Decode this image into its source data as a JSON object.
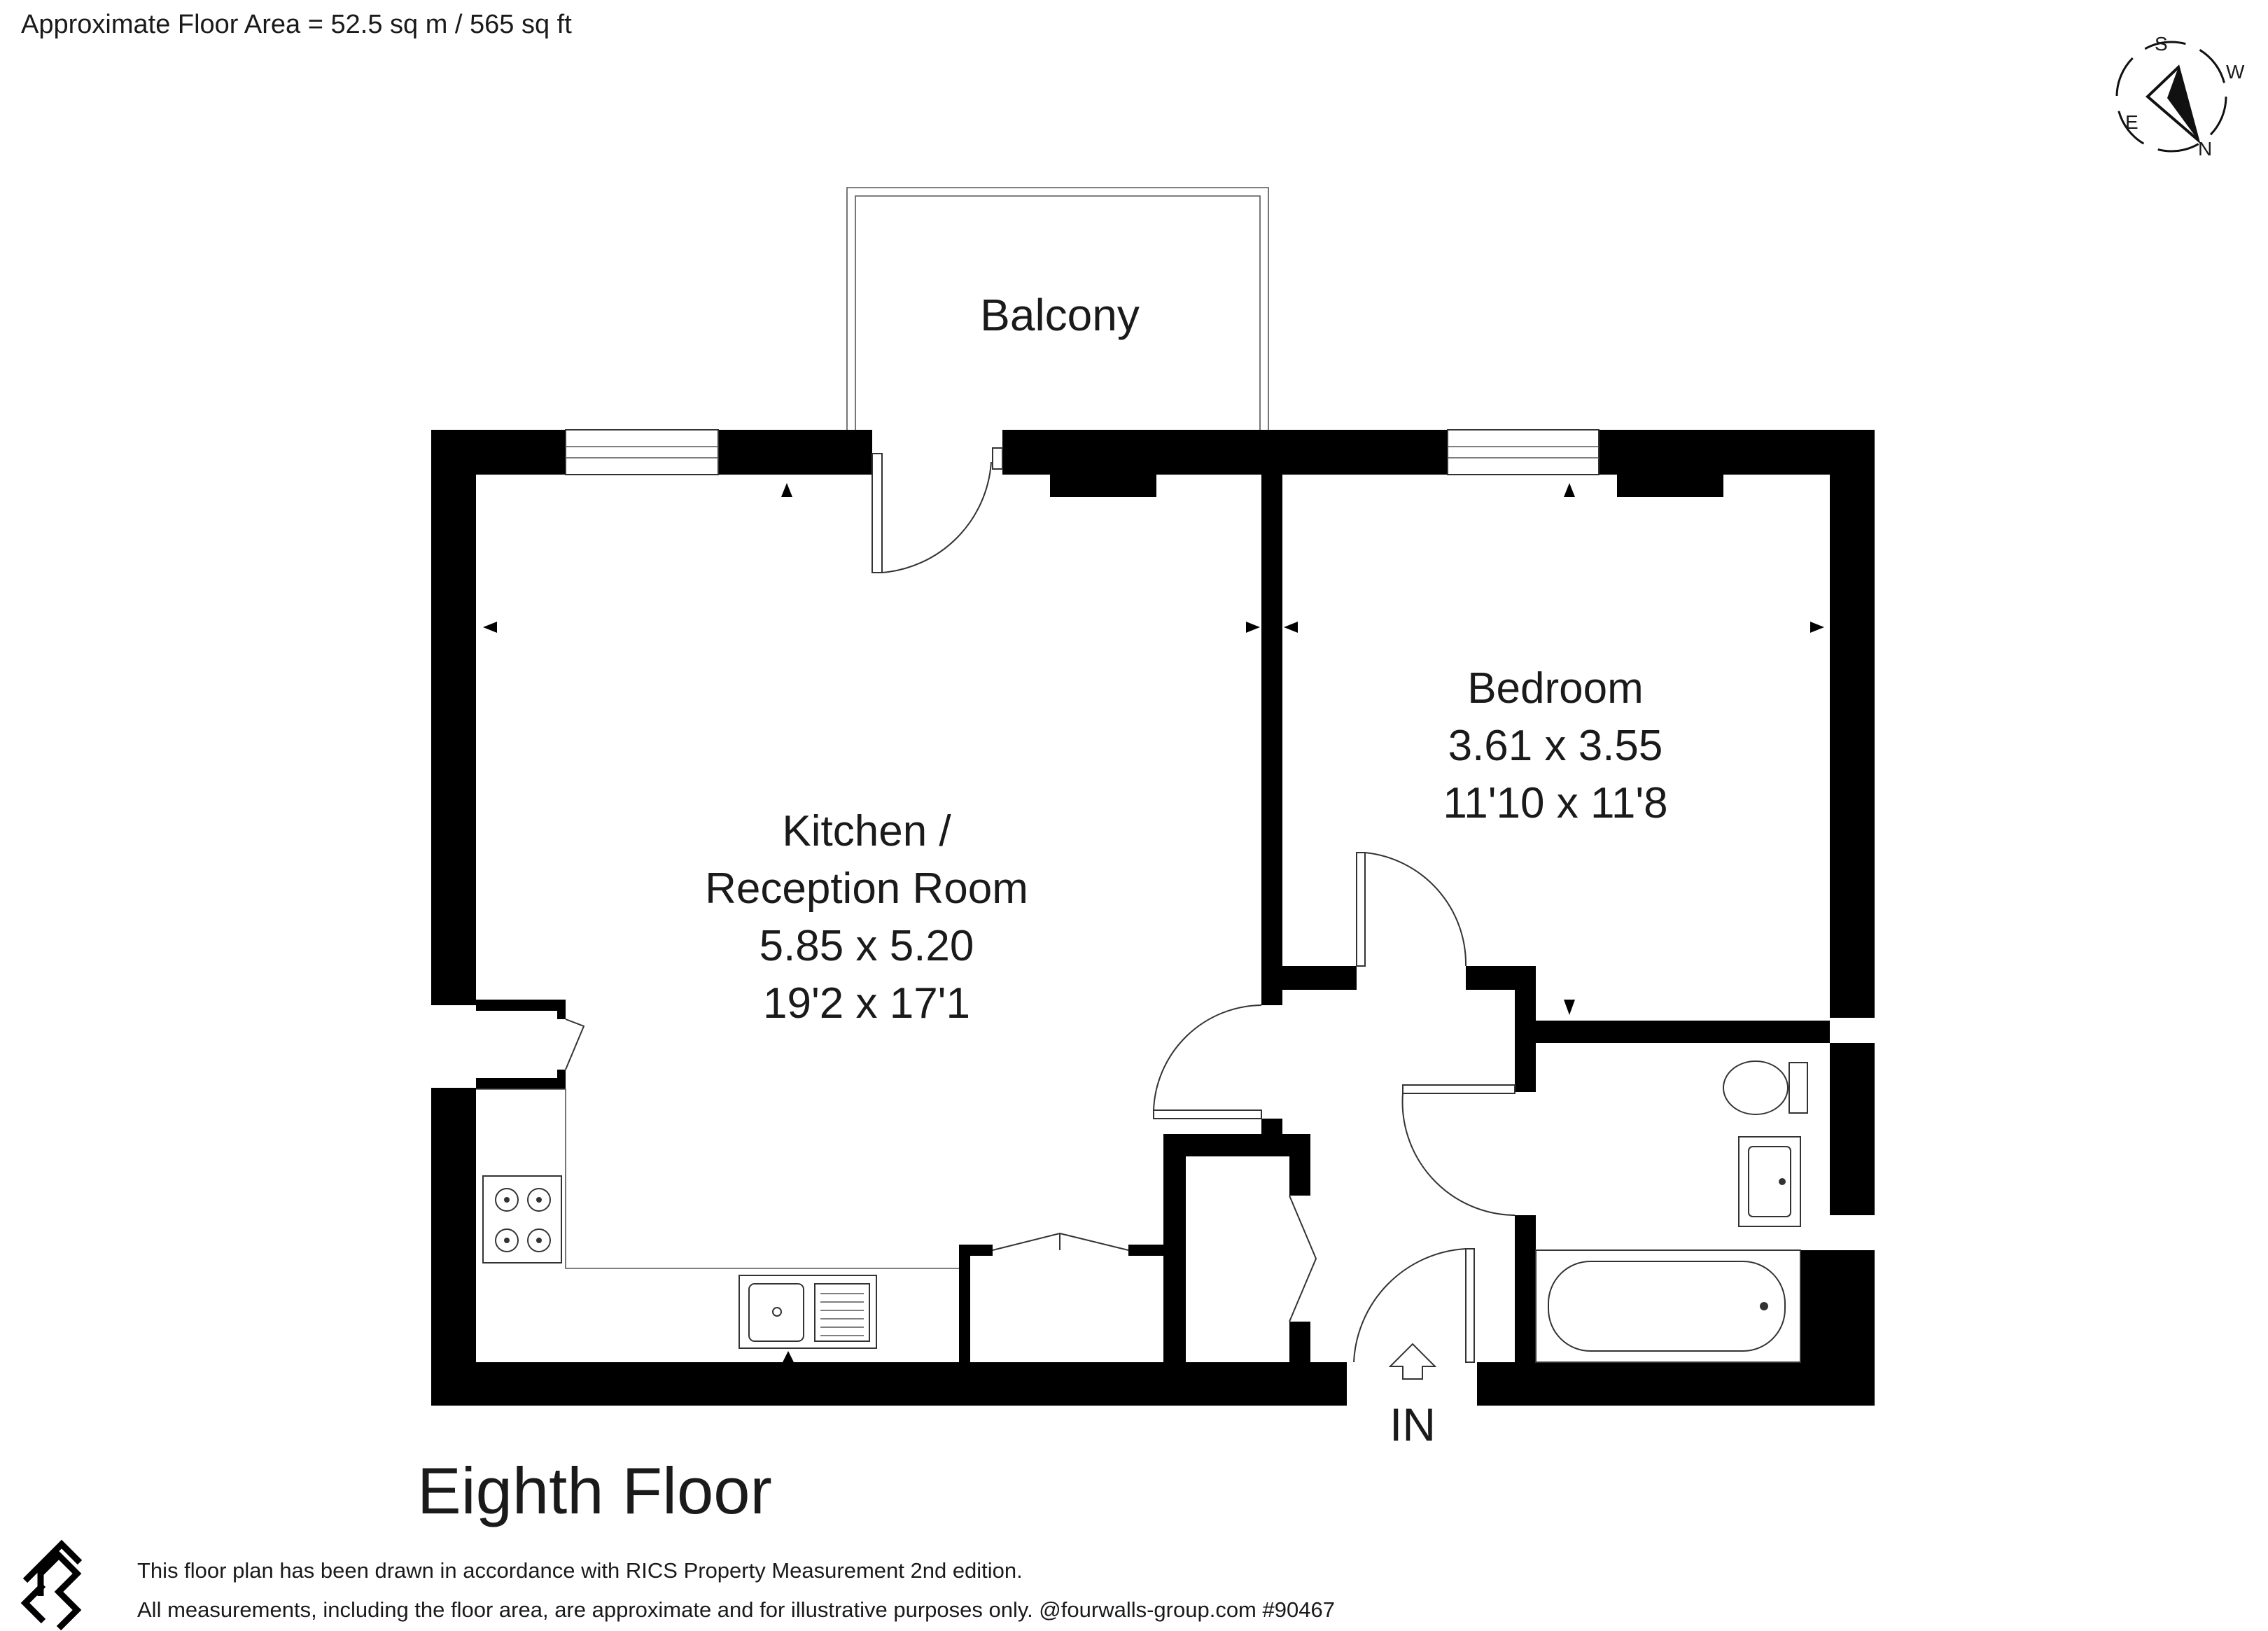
{
  "header": {
    "floor_area": "Approximate Floor Area = 52.5 sq m / 565 sq ft"
  },
  "compass": {
    "s": "S",
    "w": "W",
    "e": "E",
    "n": "N"
  },
  "rooms": {
    "balcony": {
      "name": "Balcony"
    },
    "kitchen": {
      "name_line1": "Kitchen /",
      "name_line2": "Reception Room",
      "metric": "5.85 x 5.20",
      "imperial": "19'2 x 17'1"
    },
    "bedroom": {
      "name": "Bedroom",
      "metric": "3.61 x 3.55",
      "imperial": "11'10 x 11'8"
    }
  },
  "entrance": {
    "label": "IN"
  },
  "floor_title": "Eighth Floor",
  "footer": {
    "line1": "This floor plan has been drawn in accordance with RICS Property Measurement 2nd edition.",
    "line2": "All measurements, including the floor area, are approximate and for illustrative purposes only. @fourwalls-group.com #90467"
  },
  "logo": {
    "name": "fourwalls-logo-icon"
  }
}
